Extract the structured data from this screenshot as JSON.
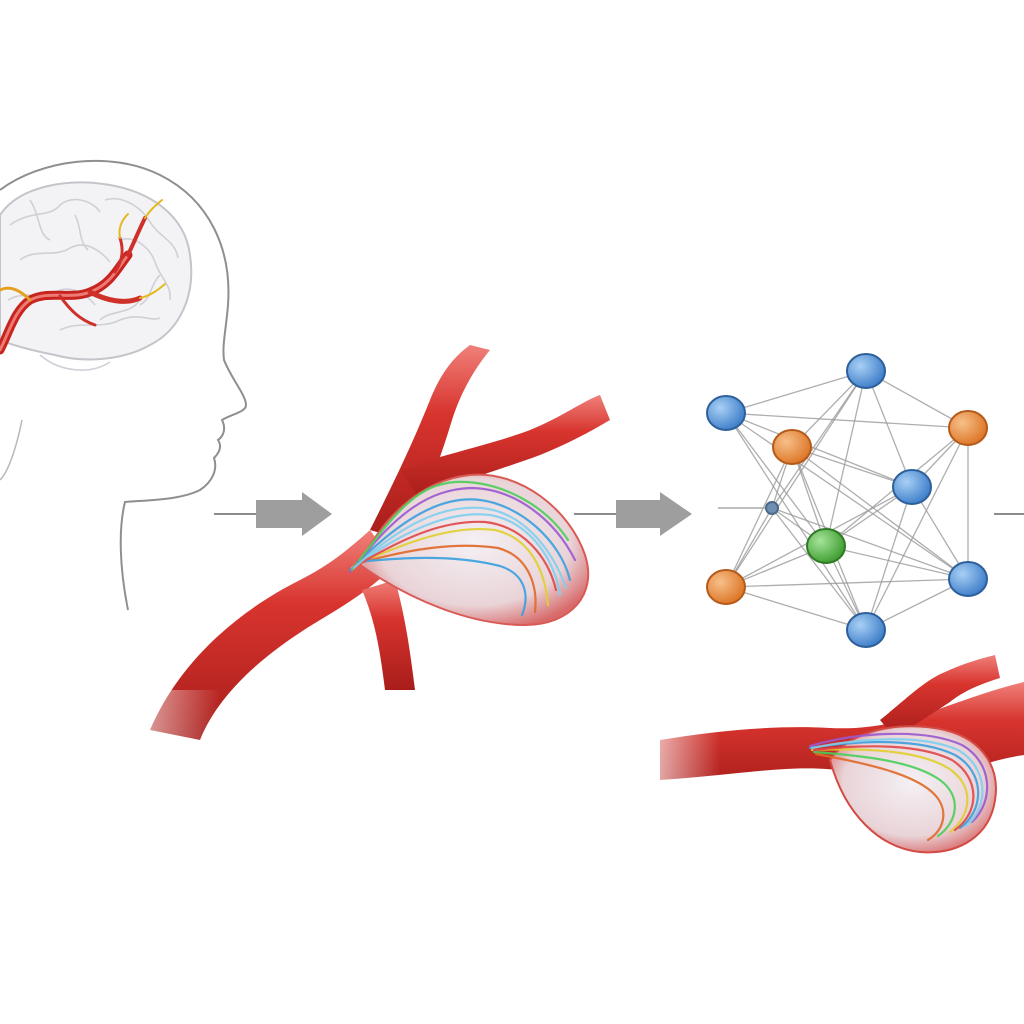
{
  "colors": {
    "background": "#ffffff",
    "outline": "#9a9a9a",
    "brain_fill": "#f4f4f6",
    "brain_stroke": "#c9c9cf",
    "vessel_red": "#d8342e",
    "vessel_dark": "#b5221f",
    "vessel_highlight": "#f08a85",
    "arrow_gray": "#9b9b9b",
    "edge_gray": "#9a9a9a",
    "node_blue": "#4f8fd6",
    "node_orange": "#e88a34",
    "node_green": "#4caf3c",
    "flow_streams": [
      "#3aa0e0",
      "#7fd0f0",
      "#e0d030",
      "#e06a2a",
      "#9b59d0",
      "#4ccf5a"
    ]
  },
  "diagram": {
    "panels": [
      {
        "name": "head-with-cerebral-arteries",
        "icon": "head-profile-icon"
      },
      {
        "name": "aneurysm-with-flow-streamlines",
        "icon": "bifurcation-aneurysm-icon"
      },
      {
        "name": "graph-network-model",
        "icon": "graph-network-icon"
      },
      {
        "name": "reconstructed-aneurysm-flow",
        "icon": "sidewall-aneurysm-icon"
      }
    ],
    "arrows": 3,
    "graph": {
      "nodes": [
        {
          "id": "n1",
          "type": "blue"
        },
        {
          "id": "n2",
          "type": "blue"
        },
        {
          "id": "n3",
          "type": "orange"
        },
        {
          "id": "n4",
          "type": "orange"
        },
        {
          "id": "n5",
          "type": "blue"
        },
        {
          "id": "n6",
          "type": "green"
        },
        {
          "id": "n7",
          "type": "orange"
        },
        {
          "id": "n8",
          "type": "blue"
        },
        {
          "id": "n9",
          "type": "blue"
        },
        {
          "id": "n10",
          "type": "small-gray"
        }
      ],
      "edges": [
        [
          "n1",
          "n2"
        ],
        [
          "n1",
          "n3"
        ],
        [
          "n1",
          "n5"
        ],
        [
          "n1",
          "n6"
        ],
        [
          "n1",
          "n7"
        ],
        [
          "n1",
          "n4"
        ],
        [
          "n2",
          "n4"
        ],
        [
          "n2",
          "n8"
        ],
        [
          "n2",
          "n5"
        ],
        [
          "n2",
          "n6"
        ],
        [
          "n2",
          "n9"
        ],
        [
          "n3",
          "n6"
        ],
        [
          "n3",
          "n5"
        ],
        [
          "n3",
          "n9"
        ],
        [
          "n3",
          "n8"
        ],
        [
          "n3",
          "n7"
        ],
        [
          "n4",
          "n5"
        ],
        [
          "n4",
          "n8"
        ],
        [
          "n4",
          "n6"
        ],
        [
          "n4",
          "n9"
        ],
        [
          "n5",
          "n6"
        ],
        [
          "n5",
          "n7"
        ],
        [
          "n5",
          "n9"
        ],
        [
          "n5",
          "n8"
        ],
        [
          "n6",
          "n7"
        ],
        [
          "n6",
          "n8"
        ],
        [
          "n6",
          "n9"
        ],
        [
          "n6",
          "n10"
        ],
        [
          "n7",
          "n9"
        ],
        [
          "n7",
          "n10"
        ],
        [
          "n7",
          "n8"
        ],
        [
          "n8",
          "n9"
        ],
        [
          "n8",
          "n10"
        ],
        [
          "n9",
          "n10"
        ],
        [
          "n10",
          "n1"
        ],
        [
          "n10",
          "n3"
        ]
      ]
    }
  }
}
